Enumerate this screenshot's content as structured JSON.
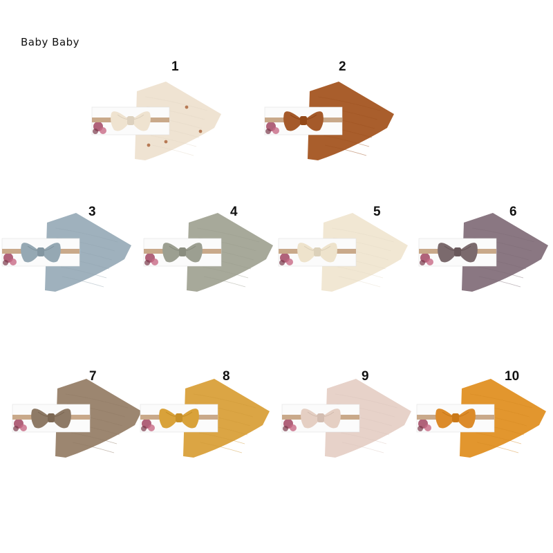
{
  "brand": "Baby  Baby",
  "sets": [
    {
      "number": "1",
      "color": "#efe3d2",
      "bow_color": "#efe3d0",
      "pattern": "hearts"
    },
    {
      "number": "2",
      "color": "#a95e2c",
      "bow_color": "#a55a2a",
      "pattern": "plain"
    },
    {
      "number": "3",
      "color": "#9fb1bd",
      "bow_color": "#95a8b3",
      "pattern": "plain"
    },
    {
      "number": "4",
      "color": "#a7a99a",
      "bow_color": "#9c9f91",
      "pattern": "plain"
    },
    {
      "number": "5",
      "color": "#f1e7d3",
      "bow_color": "#eee3cc",
      "pattern": "plain"
    },
    {
      "number": "6",
      "color": "#8a7782",
      "bow_color": "#7b6a6d",
      "pattern": "plain"
    },
    {
      "number": "7",
      "color": "#9c8670",
      "bow_color": "#8e7a66",
      "pattern": "plain"
    },
    {
      "number": "8",
      "color": "#dba544",
      "bow_color": "#d9a23a",
      "pattern": "plain"
    },
    {
      "number": "9",
      "color": "#e7d2c9",
      "bow_color": "#e5cfc3",
      "pattern": "plain"
    },
    {
      "number": "10",
      "color": "#e2962e",
      "bow_color": "#dc8b2a",
      "pattern": "plain"
    }
  ]
}
